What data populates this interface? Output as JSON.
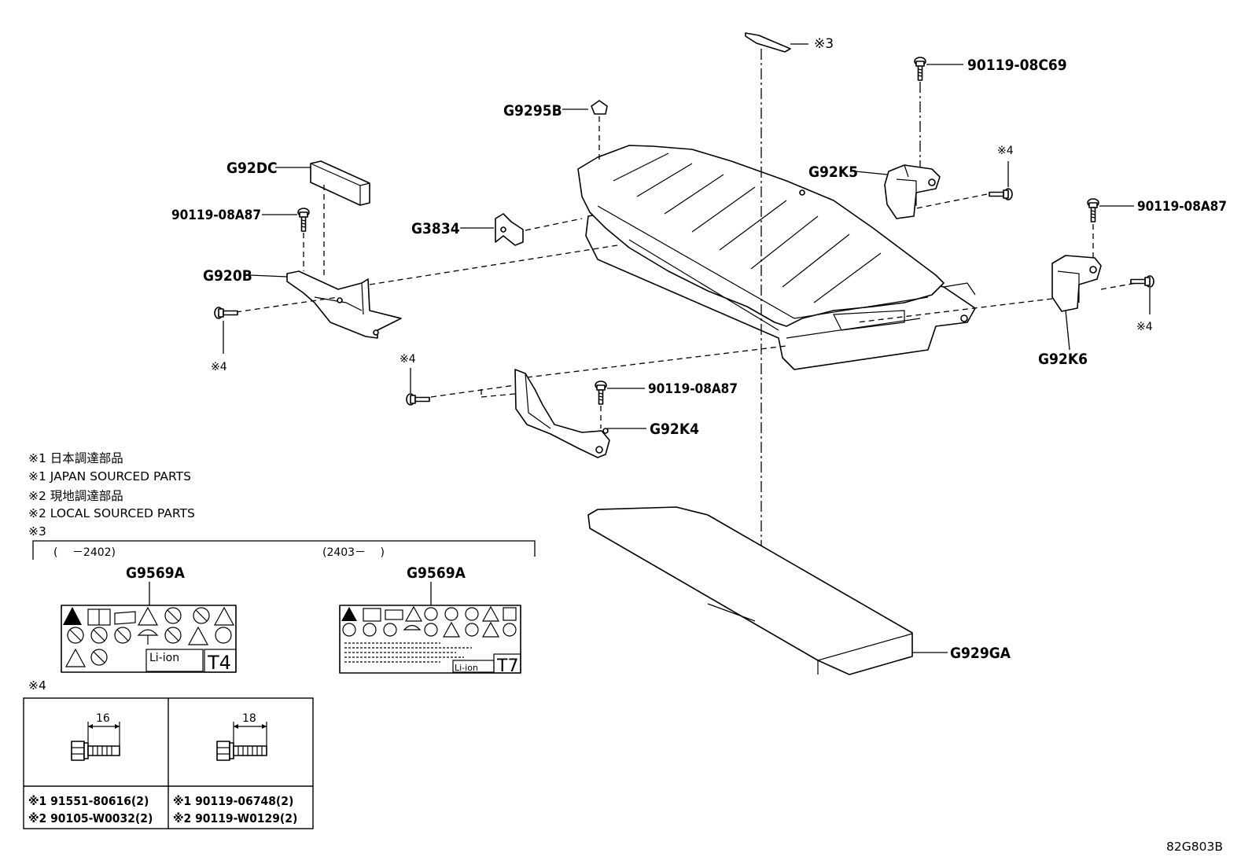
{
  "labels": {
    "note3_top": "※3",
    "bolt_top_right": "90119-08C69",
    "g9295b": "G9295B",
    "g92k5": "G92K5",
    "note4_a": "※4",
    "g92dc": "G92DC",
    "bolt_left": "90119-08A87",
    "g3834": "G3834",
    "bolt_right": "90119-08A87",
    "g920b": "G920B",
    "note4_b": "※4",
    "note4_c": "※4",
    "g92k6": "G92K6",
    "note4_d": "※4",
    "bolt_mid": "90119-08A87",
    "g92k4": "G92K4",
    "g929ga": "G929GA"
  },
  "notes": {
    "n1_jp": "※1 日本調達部品",
    "n1_en": "※1 JAPAN SOURCED PARTS",
    "n2_jp": "※2 現地調達部品",
    "n2_en": "※2 LOCAL SOURCED PARTS",
    "n3": "※3",
    "n4": "※4"
  },
  "label_variants": [
    {
      "range": "(　 －2402)",
      "part": "G9569A",
      "code": "T4",
      "type_text": "Li-ion"
    },
    {
      "range": "(2403－　 )",
      "part": "G9569A",
      "code": "T7",
      "type_text": "Li-ion"
    }
  ],
  "bolt_table": [
    {
      "dimension": "16",
      "jp_part": "※1 91551-80616(2)",
      "local_part": "※2 90105-W0032(2)"
    },
    {
      "dimension": "18",
      "jp_part": "※1 90119-06748(2)",
      "local_part": "※2 90119-W0129(2)"
    }
  ],
  "diagram_id": "82G803B"
}
